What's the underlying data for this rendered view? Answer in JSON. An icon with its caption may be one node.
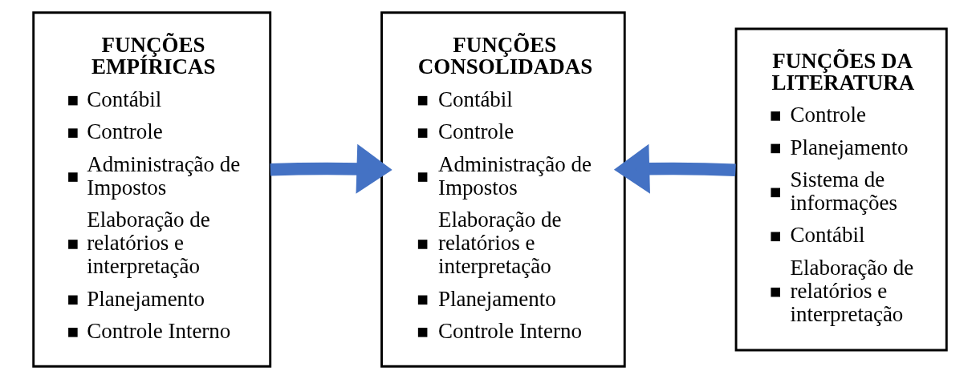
{
  "diagram": {
    "nodes": [
      {
        "text": [
          "FUNÇÕES EMPÍRICAS",
          "Contábil",
          "Controle",
          "Administração de Impostos",
          "Elaboração de relatórios e interpretação",
          "Planejamento",
          "Controle Interno"
        ]
      },
      {
        "text": [
          "FUNÇÕES CONSOLIDADAS",
          "Contábil",
          "Controle",
          "Administração de Impostos",
          "Elaboração de relatórios e interpretação",
          "Planejamento",
          "Controle Interno"
        ]
      },
      {
        "text": [
          "FUNÇÕES DA LITERATURA",
          "Controle",
          "Planejamento",
          "Sistema de informações",
          "Contábil",
          "Elaboração de relatórios e interpretação"
        ]
      }
    ],
    "edges": [
      {
        "from": 0,
        "to": 1,
        "arrow": "to"
      },
      {
        "from": 2,
        "to": 1,
        "arrow": "to"
      }
    ]
  }
}
